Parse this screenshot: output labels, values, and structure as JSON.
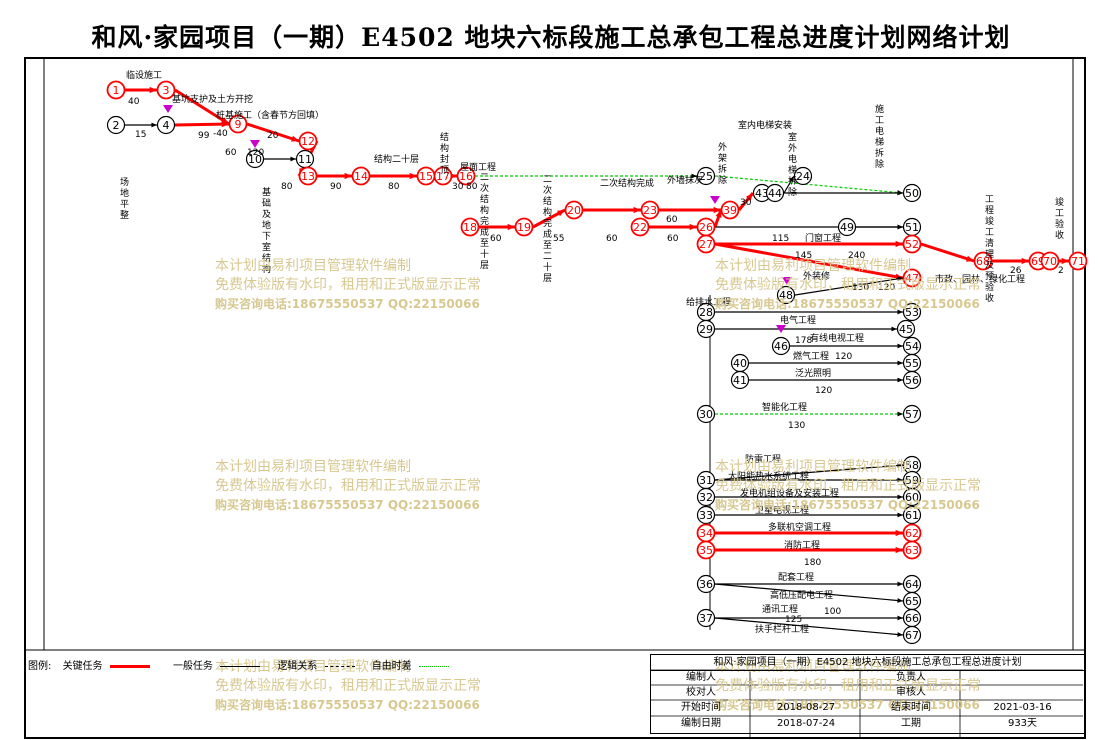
{
  "title": "和风·家园项目（一期）E4502 地块六标段施工总承包工程总进度计划网络计划",
  "watermark": {
    "line1": "本计划由易利项目管理软件编制",
    "line2": "免费体验版有水印，租用和正式版显示正常",
    "line3": "购买咨询电话:18675550537 QQ:22150066"
  },
  "legend": {
    "label": "图例:",
    "critical": "关键任务",
    "normal": "一般任务",
    "logic": "逻辑关系",
    "float": "自由时差"
  },
  "info": {
    "header": "和风·家园项目（一期）E4502 地块六标段施工总承包工程总进度计划",
    "editor_label": "编制人",
    "owner_label": "负责人",
    "checker_label": "校对人",
    "reviewer_label": "审核人",
    "start_label": "开始时间",
    "start": "2018-08-27",
    "end_label": "结束时间",
    "end": "2021-03-16",
    "date_label": "编制日期",
    "date": "2018-07-24",
    "duration_label": "工期",
    "duration": "933天"
  },
  "colors": {
    "critical": "#ff0000",
    "normal": "#000000",
    "float": "#00cc00",
    "logic": "#cc00cc",
    "node_fill": "#ffffff"
  },
  "nodes": [
    {
      "id": "1",
      "crit": true
    },
    {
      "id": "2",
      "crit": false
    },
    {
      "id": "3",
      "crit": true
    },
    {
      "id": "4",
      "crit": false
    },
    {
      "id": "9",
      "crit": true
    },
    {
      "id": "10",
      "crit": false
    },
    {
      "id": "11",
      "crit": false
    },
    {
      "id": "12",
      "crit": true
    },
    {
      "id": "13",
      "crit": true
    },
    {
      "id": "14",
      "crit": true
    },
    {
      "id": "15",
      "crit": true
    },
    {
      "id": "16",
      "crit": true
    },
    {
      "id": "17",
      "crit": true
    },
    {
      "id": "18",
      "crit": true
    },
    {
      "id": "19",
      "crit": true
    },
    {
      "id": "20",
      "crit": true
    },
    {
      "id": "22",
      "crit": true
    },
    {
      "id": "23",
      "crit": true
    },
    {
      "id": "24",
      "crit": false
    },
    {
      "id": "25",
      "crit": false
    },
    {
      "id": "26",
      "crit": true
    },
    {
      "id": "27",
      "crit": true
    },
    {
      "id": "28",
      "crit": false
    },
    {
      "id": "29",
      "crit": false
    },
    {
      "id": "30",
      "crit": false
    },
    {
      "id": "31",
      "crit": false
    },
    {
      "id": "32",
      "crit": false
    },
    {
      "id": "33",
      "crit": false
    },
    {
      "id": "34",
      "crit": true
    },
    {
      "id": "35",
      "crit": true
    },
    {
      "id": "36",
      "crit": false
    },
    {
      "id": "37",
      "crit": false
    },
    {
      "id": "39",
      "crit": true
    },
    {
      "id": "40",
      "crit": false
    },
    {
      "id": "41",
      "crit": false
    },
    {
      "id": "43",
      "crit": false
    },
    {
      "id": "44",
      "crit": false
    },
    {
      "id": "45",
      "crit": false
    },
    {
      "id": "46",
      "crit": false
    },
    {
      "id": "47",
      "crit": true
    },
    {
      "id": "48",
      "crit": false
    },
    {
      "id": "49",
      "crit": false
    },
    {
      "id": "50",
      "crit": false
    },
    {
      "id": "51",
      "crit": false
    },
    {
      "id": "52",
      "crit": true
    },
    {
      "id": "53",
      "crit": false
    },
    {
      "id": "54",
      "crit": false
    },
    {
      "id": "55",
      "crit": false
    },
    {
      "id": "56",
      "crit": false
    },
    {
      "id": "57",
      "crit": false
    },
    {
      "id": "58",
      "crit": false
    },
    {
      "id": "59",
      "crit": false
    },
    {
      "id": "60",
      "crit": false
    },
    {
      "id": "61",
      "crit": false
    },
    {
      "id": "62",
      "crit": true
    },
    {
      "id": "63",
      "crit": true
    },
    {
      "id": "64",
      "crit": false
    },
    {
      "id": "65",
      "crit": false
    },
    {
      "id": "66",
      "crit": false
    },
    {
      "id": "67",
      "crit": false
    },
    {
      "id": "68",
      "crit": true
    },
    {
      "id": "69",
      "crit": true
    },
    {
      "id": "70",
      "crit": true
    },
    {
      "id": "71",
      "crit": true
    }
  ],
  "labels": [
    "临设施工",
    "40",
    "基坑支护及土方开挖",
    "99",
    "桩基施工（含春节方回填）",
    "60",
    "120",
    "-40",
    "20",
    "基础及地下室结构",
    "80",
    "15",
    "场地平整",
    "结构二十层",
    "90",
    "80",
    "结构封顶",
    "屋面工程",
    "80",
    "30",
    "二次结构完成至十层",
    "60",
    "55",
    "二次结构完成至二十层",
    "二次结构完成",
    "60",
    "60",
    "外墙抹灰",
    "60",
    "外架拆除",
    "30",
    "室内电梯安装",
    "室外电梯拆除",
    "施工电梯拆除",
    "门窗工程",
    "240",
    "145",
    "115",
    "外装修",
    "130",
    "120",
    "市政、园林、绿化工程",
    "26",
    "工程竣工清理及预验收",
    "竣工验收",
    "2",
    "给排水工程",
    "电气工程",
    "178",
    "有线电视工程",
    "燃气工程",
    "120",
    "泛光照明",
    "120",
    "智能化工程",
    "130",
    "防雷工程",
    "太阳能热水系统工程",
    "发电机组设备及安装工程",
    "卫星电视工程",
    "多联机空调工程",
    "消防工程",
    "180",
    "配套工程",
    "高低压配电工程",
    "100",
    "通讯工程",
    "125",
    "扶手栏杆工程"
  ]
}
